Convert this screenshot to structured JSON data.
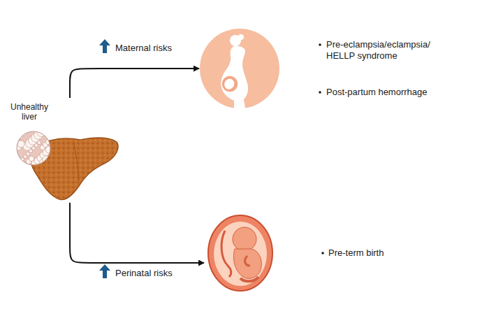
{
  "diagram": {
    "nodes": [
      {
        "text": [
          "Unhealthy liver"
        ]
      },
      {
        "text": [
          "Pre-eclampsia/eclampsia/ HELLP syndrome",
          "Post-partum hemorrhage"
        ]
      },
      {
        "text": [
          "Pre-term birth"
        ]
      }
    ],
    "edges": [
      {
        "from": 0,
        "to": 1,
        "label": "Maternal risks",
        "arrow": "to"
      },
      {
        "from": 0,
        "to": 2,
        "label": "Perinatal risks",
        "arrow": "to"
      }
    ]
  }
}
